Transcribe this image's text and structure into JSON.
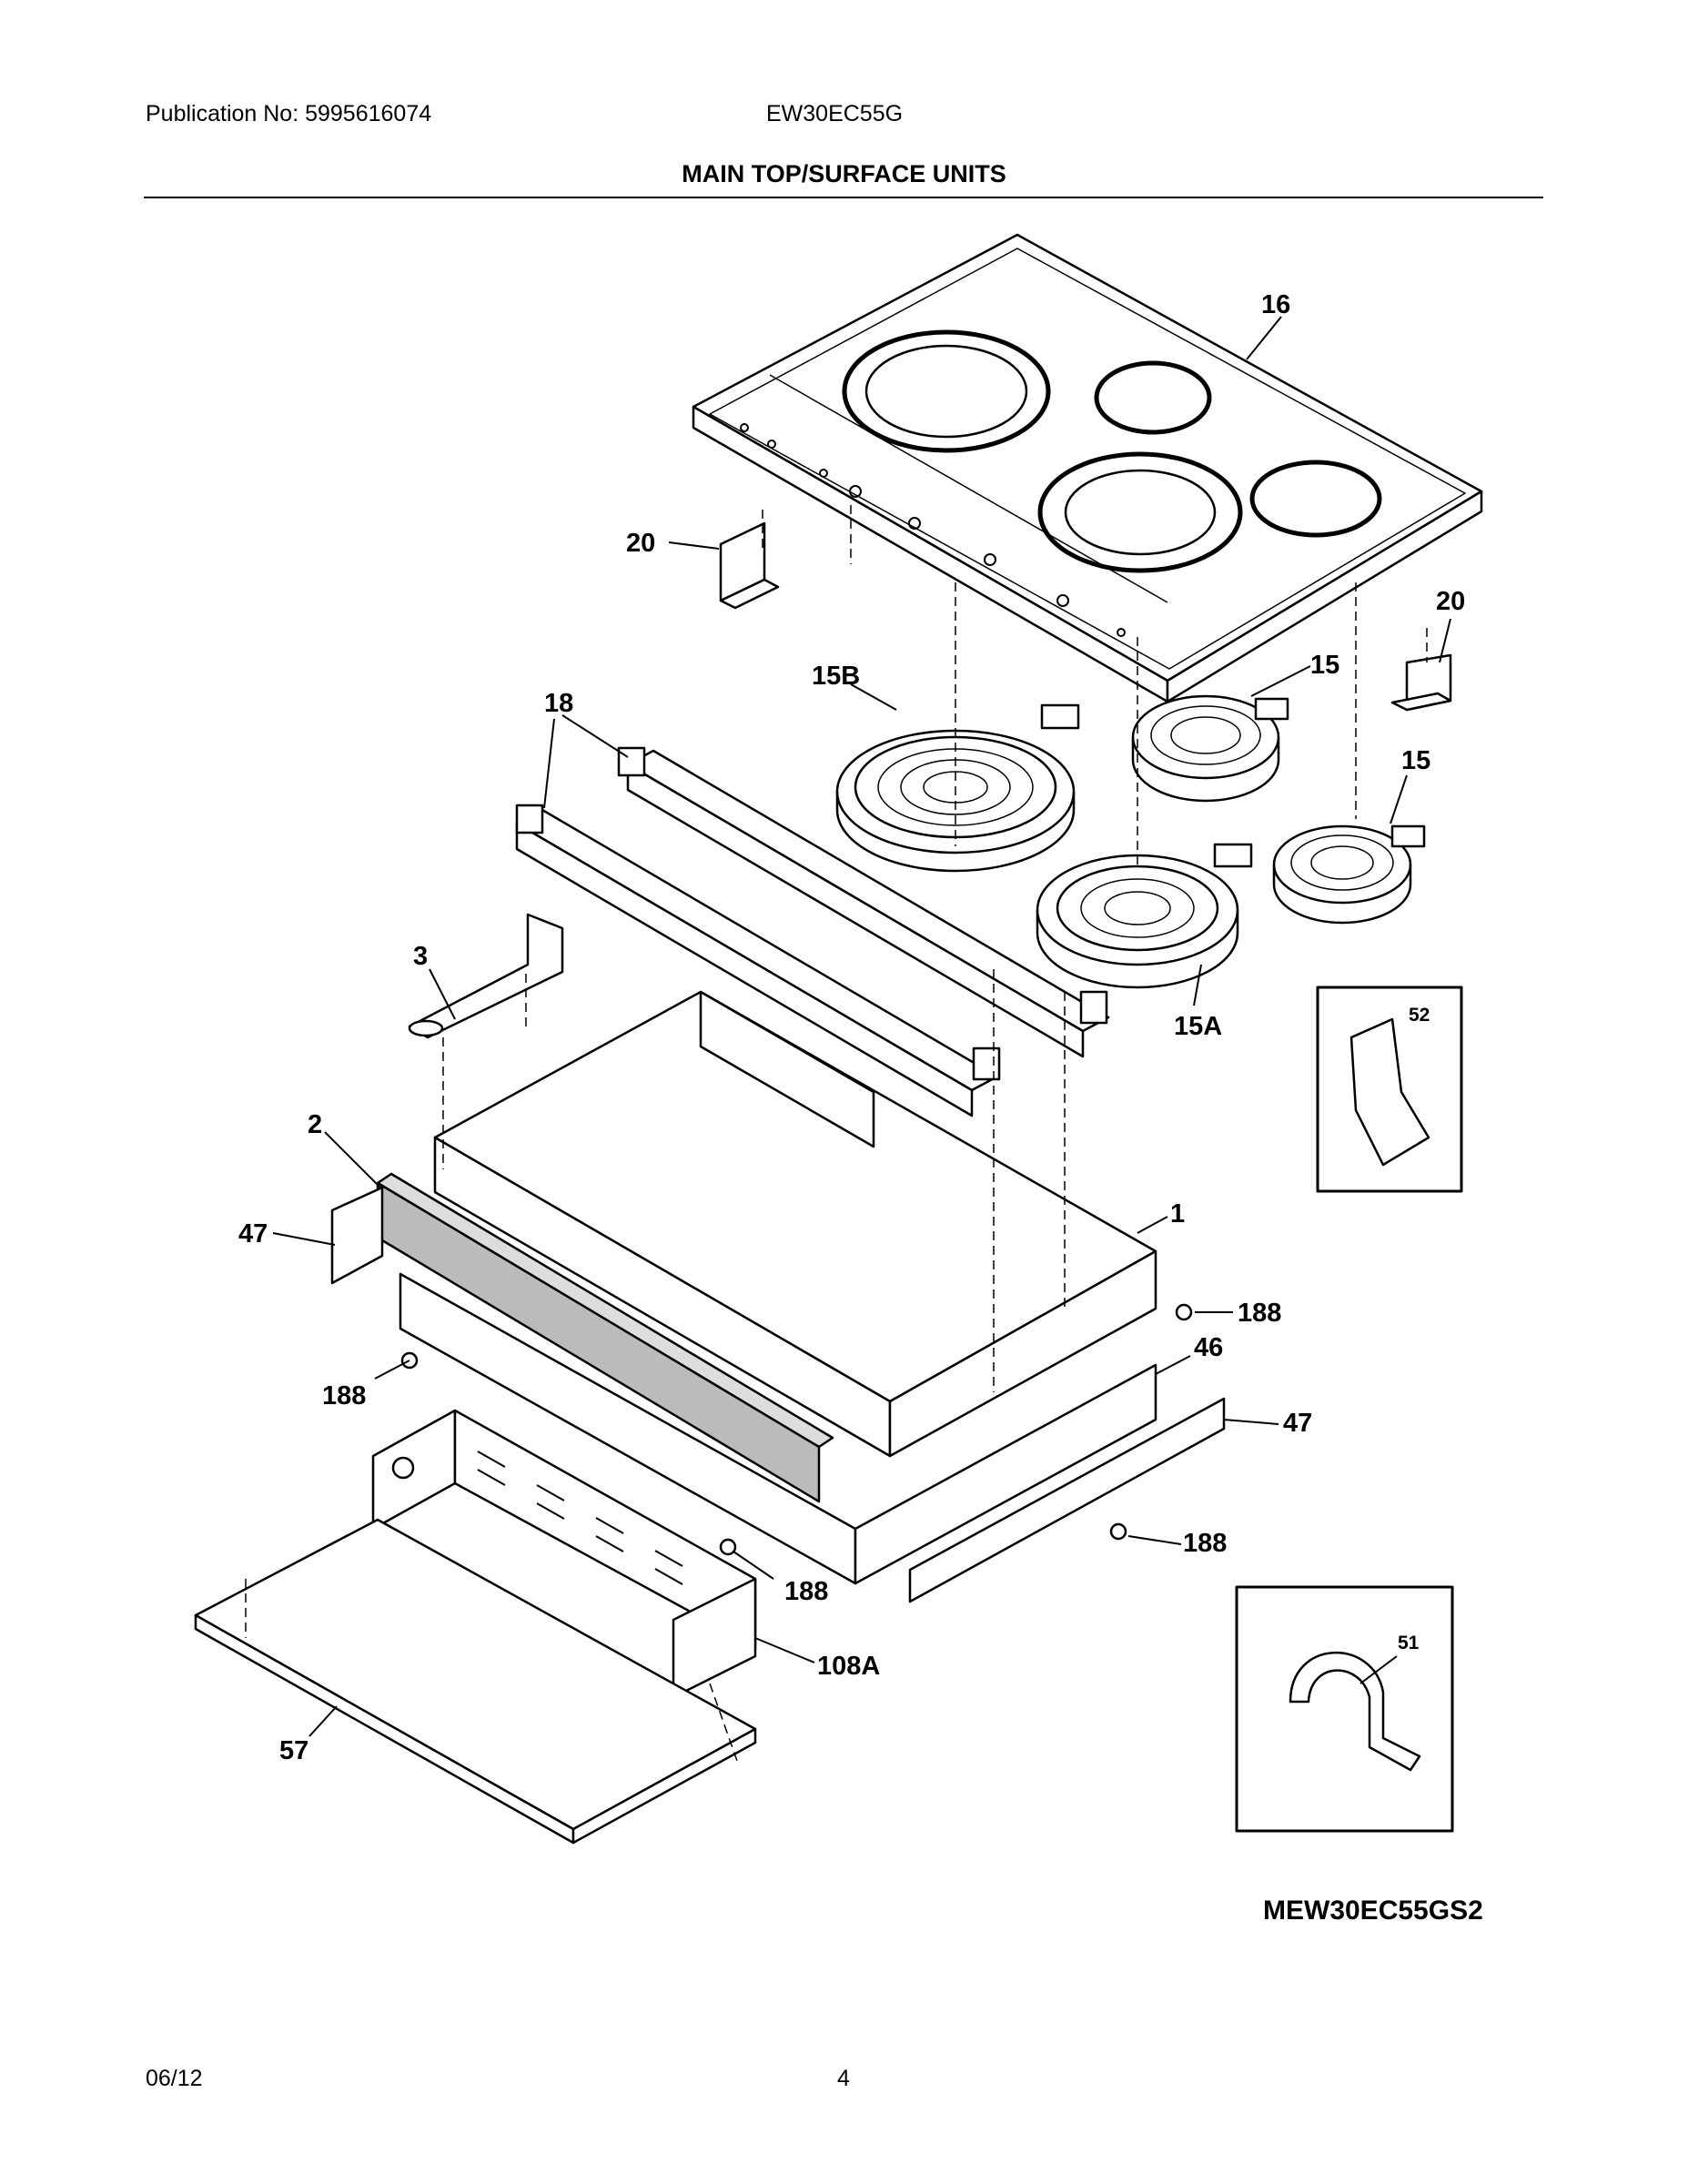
{
  "header": {
    "publication": "Publication No: 5995616074",
    "model": "EW30EC55G",
    "section_title": "MAIN TOP/SURFACE UNITS"
  },
  "parts": {
    "p16": "16",
    "p20a": "20",
    "p20b": "20",
    "p15b": "15B",
    "p15a_top": "15",
    "p15b_side": "15",
    "p18": "18",
    "p3": "3",
    "p15a": "15A",
    "p52": "52",
    "p2": "2",
    "p47a": "47",
    "p1": "1",
    "p188a": "188",
    "p188b": "188",
    "p46": "46",
    "p47b": "47",
    "p188c": "188",
    "p188d": "188",
    "p108a": "108A",
    "p51": "51",
    "p57": "57"
  },
  "diagram_code": "MEW30EC55GS2",
  "footer": {
    "date": "06/12",
    "page": "4"
  }
}
